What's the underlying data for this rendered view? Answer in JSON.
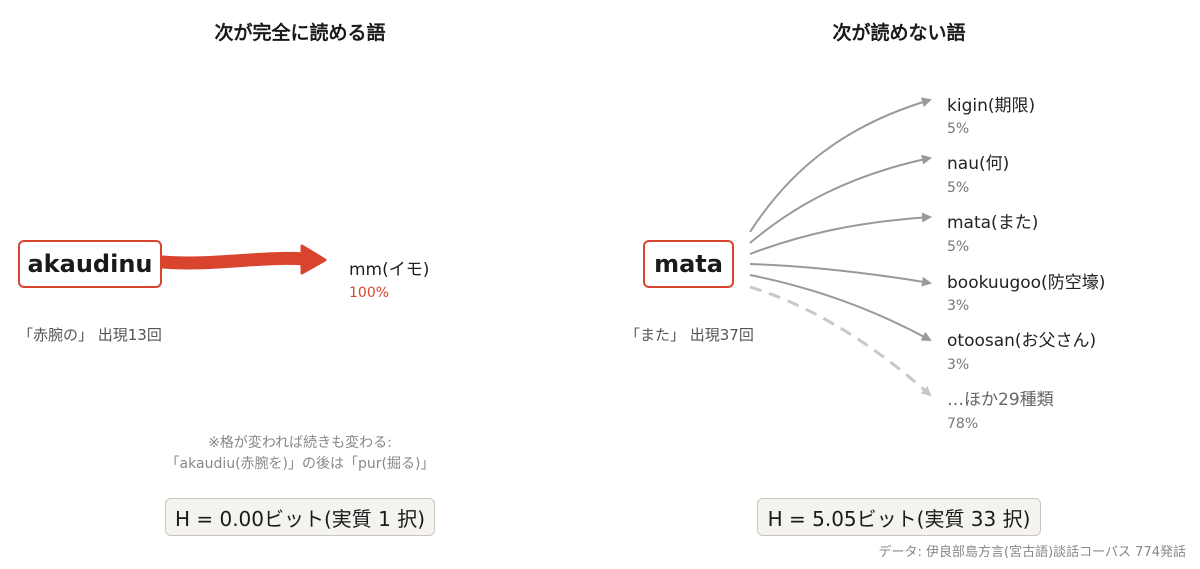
{
  "left": {
    "title": "次が完全に読める語",
    "word": "akaudinu",
    "meta": "「赤腕の」 出現13回",
    "target": {
      "word": "mm(イモ)",
      "pct": "100%"
    },
    "note_line1": "※格が変われば続きも変わる:",
    "note_line2": "「akaudiu(赤腕を)」の後は「pur(掘る)」",
    "entropy": "H = 0.00ビット(実質 1 択)",
    "accent_color": "#d9442f"
  },
  "right": {
    "title": "次が読めない語",
    "word": "mata",
    "meta": "「また」 出現37回",
    "targets": [
      {
        "word": "kigin(期限)",
        "pct": "5%"
      },
      {
        "word": "nau(何)",
        "pct": "5%"
      },
      {
        "word": "mata(また)",
        "pct": "5%"
      },
      {
        "word": "bookuugoo(防空壕)",
        "pct": "3%"
      },
      {
        "word": "otoosan(お父さん)",
        "pct": "3%"
      },
      {
        "word": "…ほか29種類",
        "pct": "78%",
        "other": true
      }
    ],
    "entropy": "H = 5.05ビット(実質 33 択)",
    "arrow_color": "#999999",
    "other_arrow_color": "#c8c8c8"
  },
  "footer": "データ: 伊良部島方言(宮古語)談話コーパス 774発話"
}
